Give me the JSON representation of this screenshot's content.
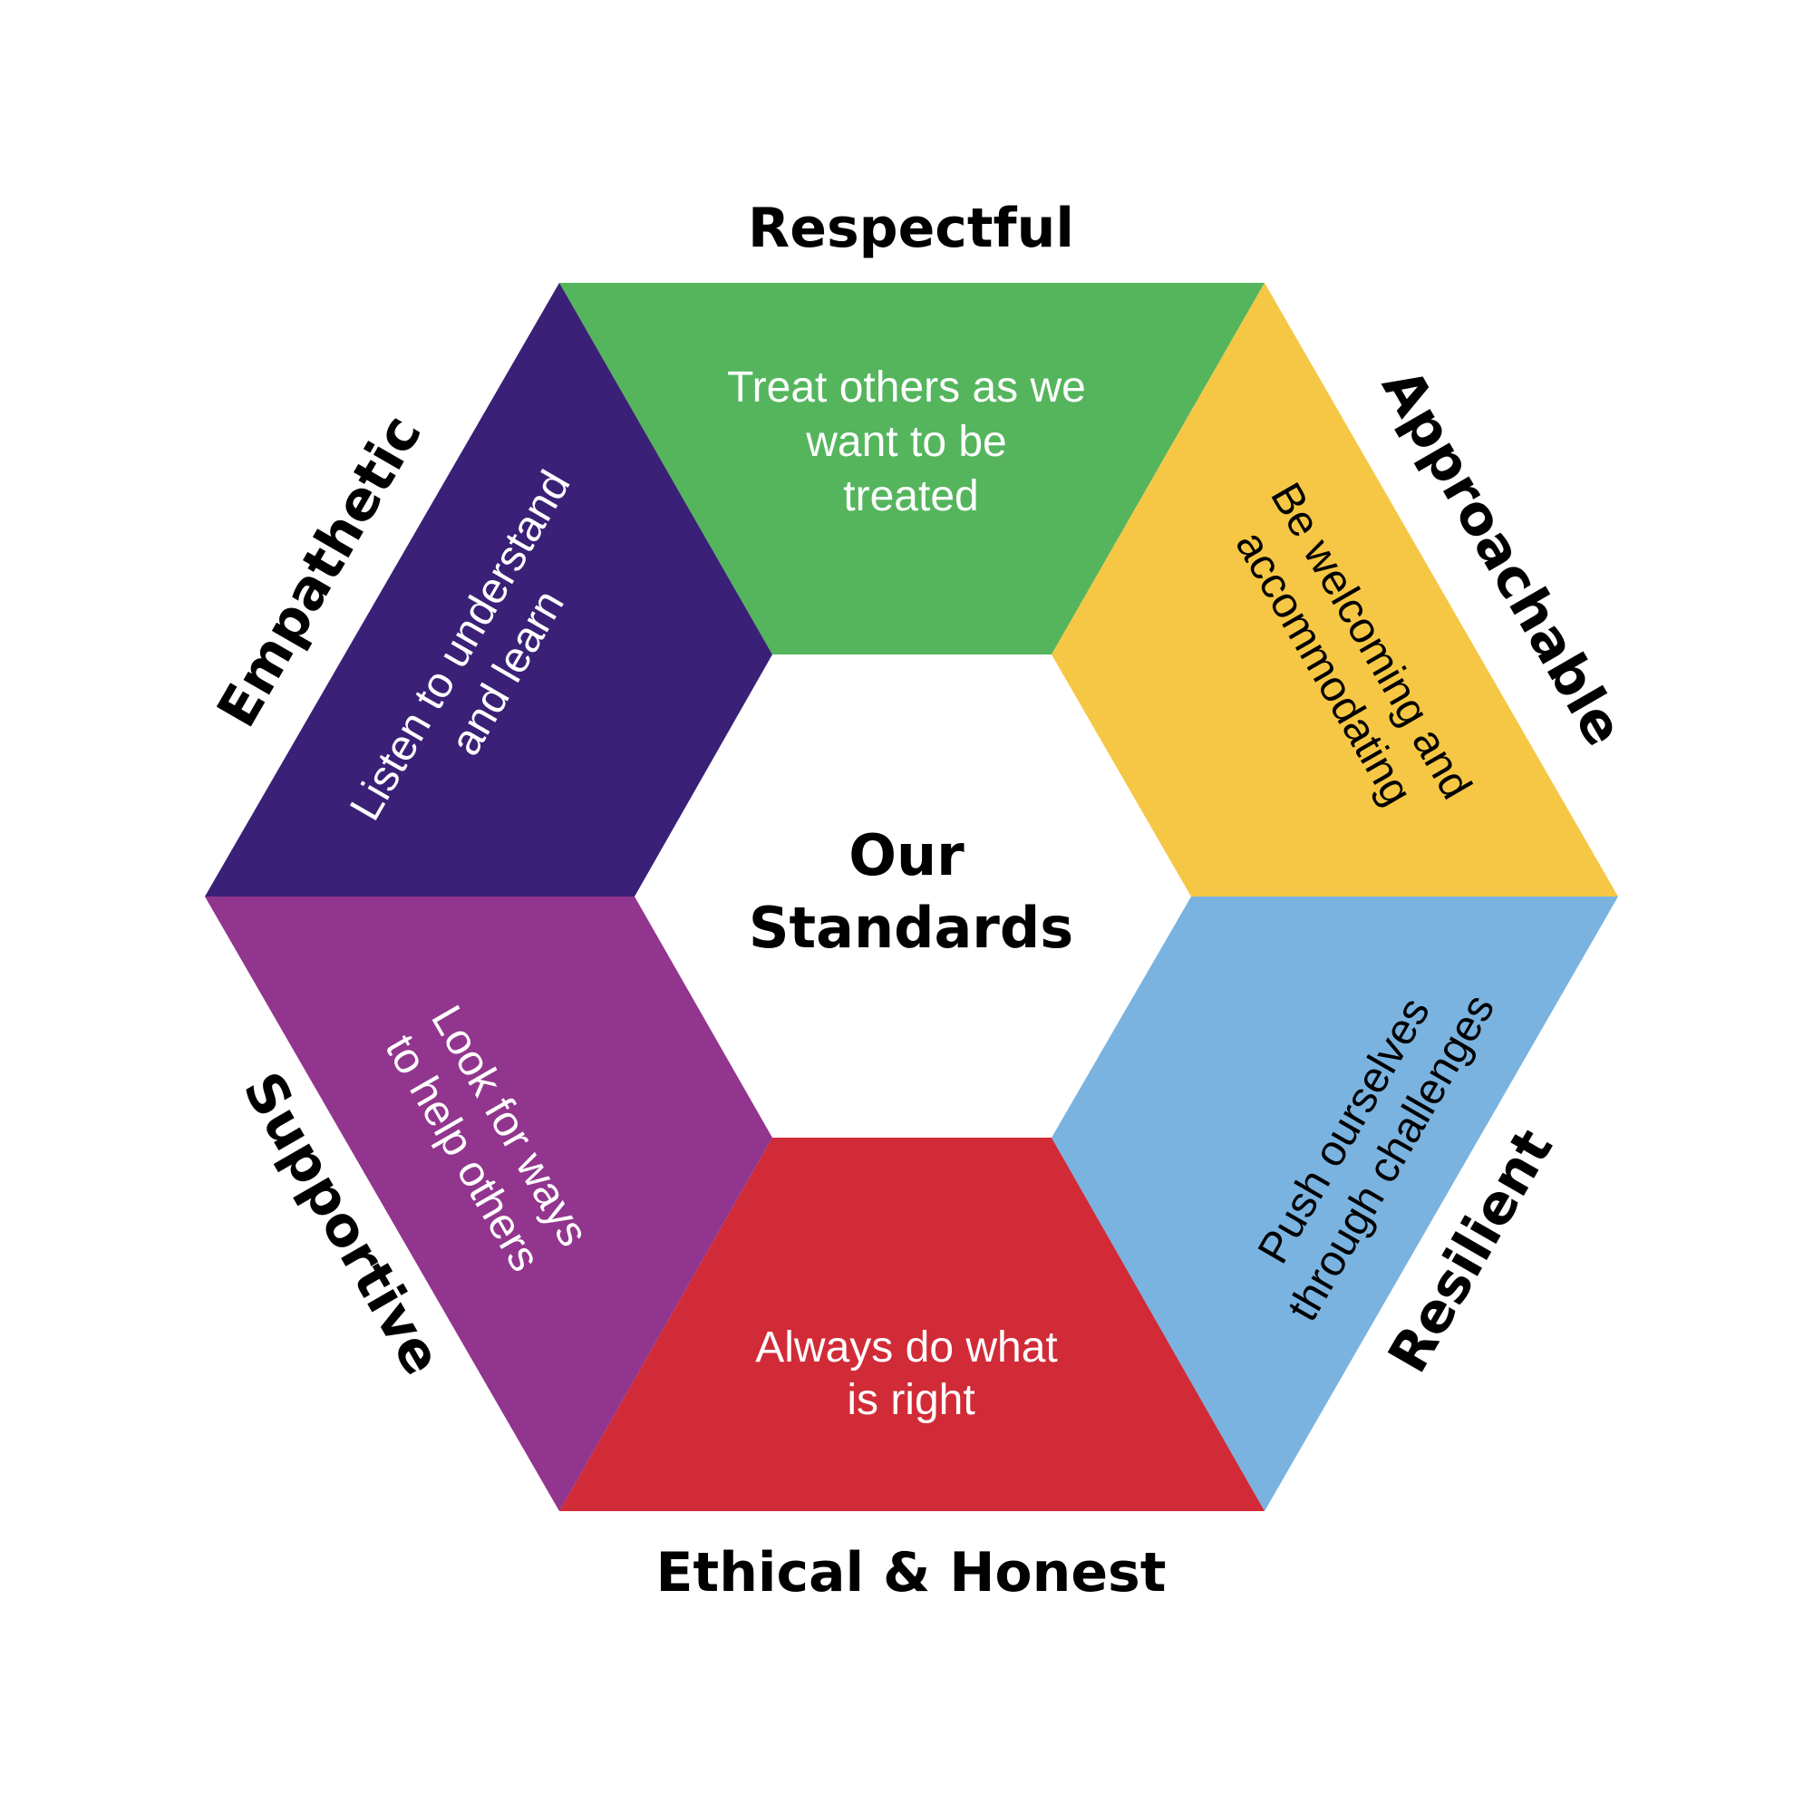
{
  "center": {
    "line1": "Our",
    "line2": "Standards"
  },
  "segments": [
    {
      "id": "respectful",
      "title": "Respectful",
      "desc": [
        "Treat others as we",
        "want to be",
        "treated"
      ],
      "color": "#55B55D",
      "text_color": "#ffffff"
    },
    {
      "id": "approachable",
      "title": "Approachable",
      "desc": [
        "Be welcoming and",
        "accommodating"
      ],
      "color": "#F5C744",
      "text_color": "#000000"
    },
    {
      "id": "resilient",
      "title": "Resilient",
      "desc": [
        "Push ourselves",
        "through challenges"
      ],
      "color": "#7AB3E0",
      "text_color": "#000000"
    },
    {
      "id": "ethical",
      "title": "Ethical & Honest",
      "desc": [
        "Always do what",
        "is right"
      ],
      "color": "#D12B38",
      "text_color": "#ffffff"
    },
    {
      "id": "supportive",
      "title": "Supportive",
      "desc": [
        "Look for ways",
        "to help others"
      ],
      "color": "#92358E",
      "text_color": "#ffffff"
    },
    {
      "id": "empathetic",
      "title": "Empathetic",
      "desc": [
        "Listen to understand",
        "and learn"
      ],
      "color": "#3A2077",
      "text_color": "#ffffff"
    }
  ]
}
